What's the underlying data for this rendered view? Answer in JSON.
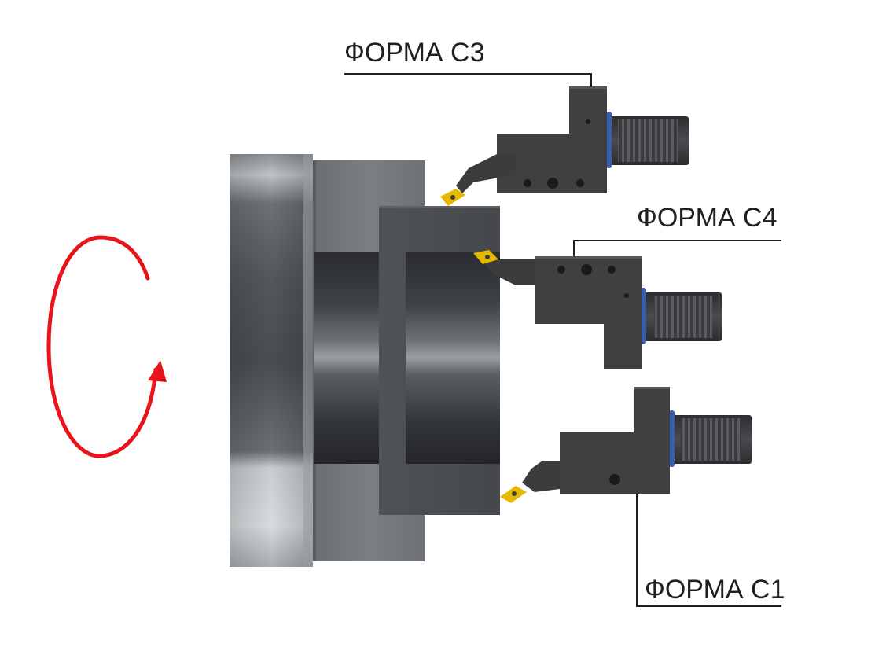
{
  "labels": {
    "form_c3": "ФОРМА C3",
    "form_c4": "ФОРМА C4",
    "form_c1": "ФОРМА C1"
  },
  "colors": {
    "rotation_arrow": "#e8141b",
    "tool_body": "#3f4042",
    "insert": "#e6b800",
    "seal_ring": "#3a5fa8",
    "leader_line": "#231f20"
  },
  "icons": {
    "rotation": "rotation-arrow-icon"
  }
}
